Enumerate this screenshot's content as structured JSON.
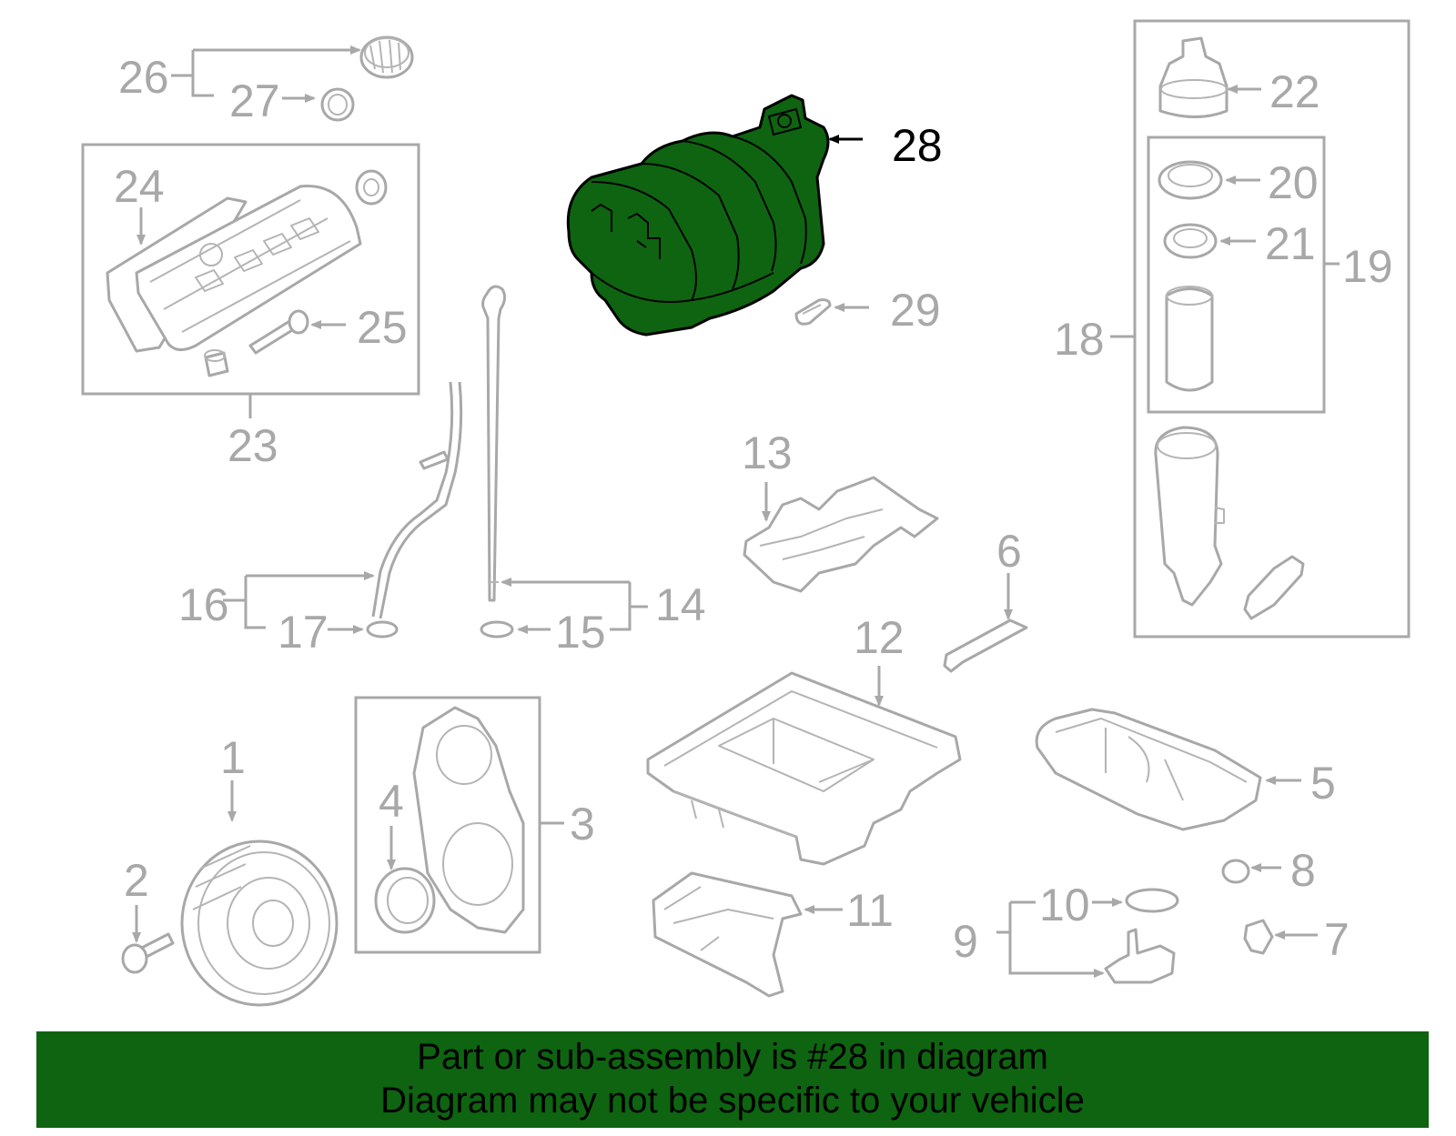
{
  "diagram": {
    "highlighted_part": "28",
    "highlight_color": "#0e6410",
    "line_color": "#a8a8a8",
    "callouts": [
      "1",
      "2",
      "3",
      "4",
      "5",
      "6",
      "7",
      "8",
      "9",
      "10",
      "11",
      "12",
      "13",
      "14",
      "15",
      "16",
      "17",
      "18",
      "19",
      "20",
      "21",
      "22",
      "23",
      "24",
      "25",
      "26",
      "27",
      "28",
      "29"
    ]
  },
  "footer": {
    "line1": "Part or sub-assembly is #28 in diagram",
    "line2": "Diagram may not be specific to your vehicle",
    "background": "#0e6410"
  }
}
